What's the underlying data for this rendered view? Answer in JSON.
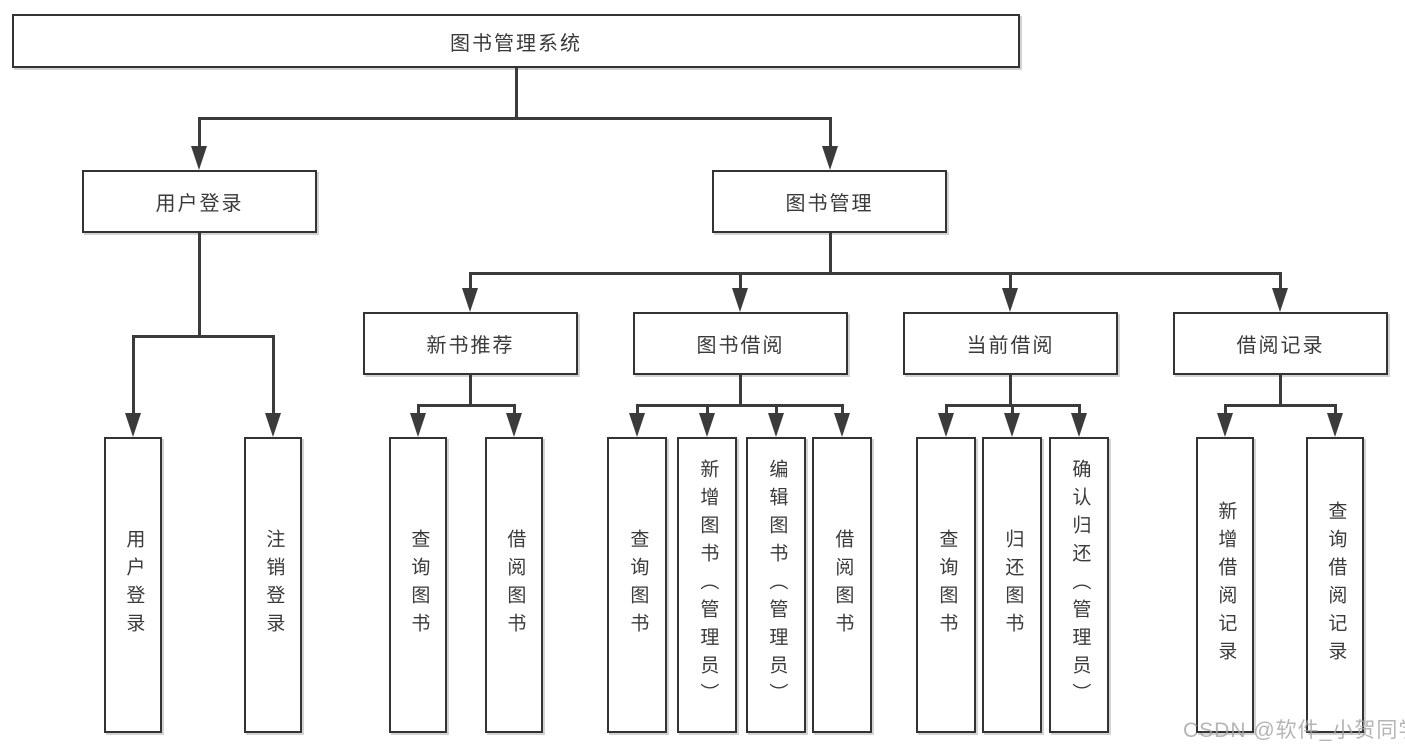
{
  "tree": {
    "label": "图书管理系统",
    "children": [
      {
        "label": "用户登录",
        "children": [
          {
            "label": "用户登录"
          },
          {
            "label": "注销登录"
          }
        ]
      },
      {
        "label": "图书管理",
        "children": [
          {
            "label": "新书推荐",
            "children": [
              {
                "label": "查询图书"
              },
              {
                "label": "借阅图书"
              }
            ]
          },
          {
            "label": "图书借阅",
            "children": [
              {
                "label": "查询图书"
              },
              {
                "label": "新增图书（管理员）"
              },
              {
                "label": "编辑图书（管理员）"
              },
              {
                "label": "借阅图书"
              }
            ]
          },
          {
            "label": "当前借阅",
            "children": [
              {
                "label": "查询图书"
              },
              {
                "label": "归还图书"
              },
              {
                "label": "确认归还（管理员）"
              }
            ]
          },
          {
            "label": "借阅记录",
            "children": [
              {
                "label": "新增借阅记录"
              },
              {
                "label": "查询借阅记录"
              }
            ]
          }
        ]
      }
    ]
  },
  "watermark": {
    "text": "CSDN @软件_小贺同学"
  },
  "colors": {
    "line": "#3b3b3b",
    "box_border": "#333333",
    "text": "#3a3a3a",
    "background": "#ffffff",
    "watermark": "#a2a2a2"
  }
}
